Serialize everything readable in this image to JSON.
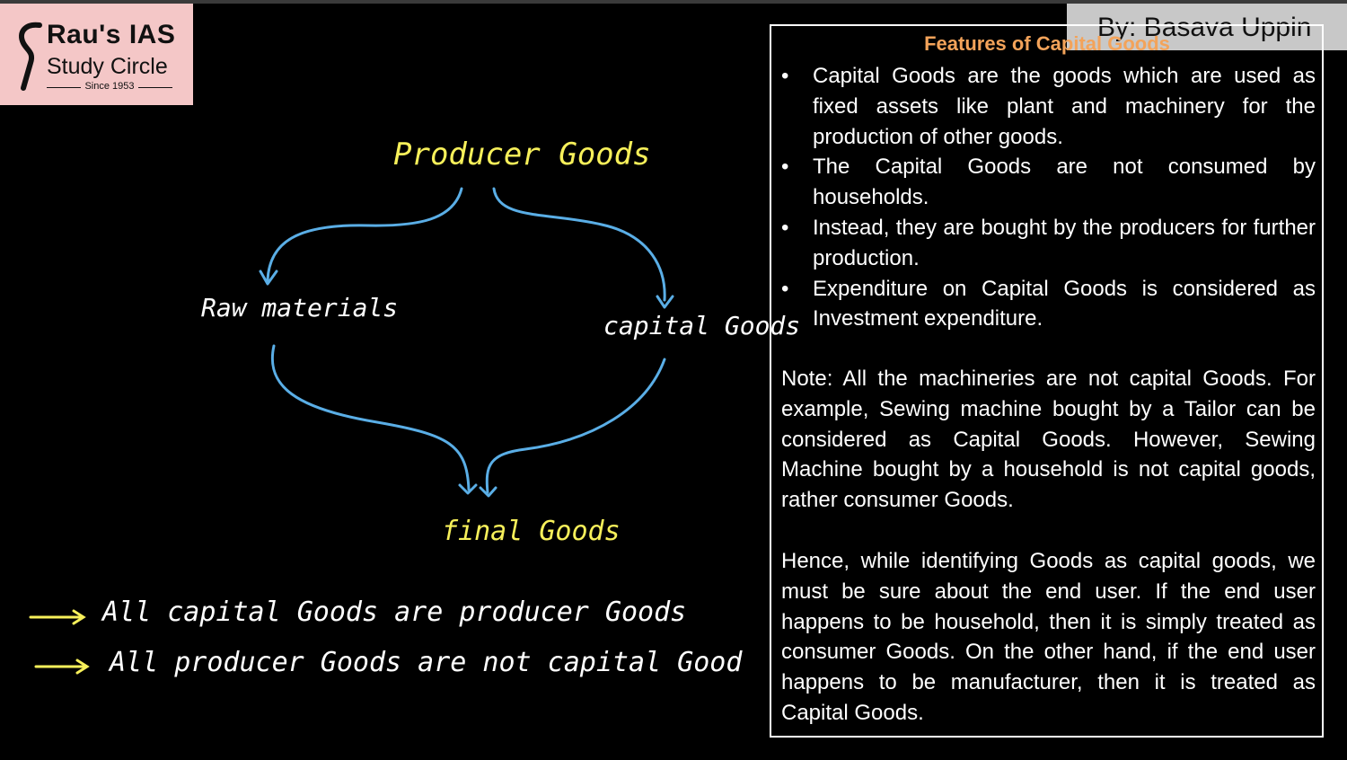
{
  "logo": {
    "line1": "Rau's IAS",
    "line2": "Study Circle",
    "line3": "Since 1953"
  },
  "author": "By: Basava Uppin",
  "diagram": {
    "top": "Producer Goods",
    "left": "Raw materials",
    "right": "capital Goods",
    "bottom": "final Goods"
  },
  "notes": [
    "All capital Goods are producer Goods",
    "All producer Goods are not capital Good"
  ],
  "panel": {
    "title": "Features of Capital Goods",
    "bullets": [
      "Capital Goods are the goods which are used as fixed assets like plant and machinery for the production of other goods.",
      "The Capital Goods are not consumed by households.",
      "Instead, they are bought by the producers for further production.",
      "Expenditure on Capital Goods is considered as Investment expenditure."
    ],
    "note": "Note: All the machineries are not capital Goods. For example, Sewing machine bought by a Tailor can be considered as Capital Goods. However, Sewing Machine bought by a household is not capital goods, rather consumer Goods.",
    "conclusion": "Hence, while identifying Goods as capital goods, we must be sure about the end user. If the end user happens to be household, then it is simply treated as consumer Goods. On the other hand, if the end user happens to be manufacturer, then it is treated as Capital Goods."
  },
  "colors": {
    "background": "#000000",
    "title": "#f3a35a",
    "handwriting_highlight": "#f7f05a",
    "arrows": "#5aaee6",
    "logo_bg": "#f4c7c7"
  }
}
